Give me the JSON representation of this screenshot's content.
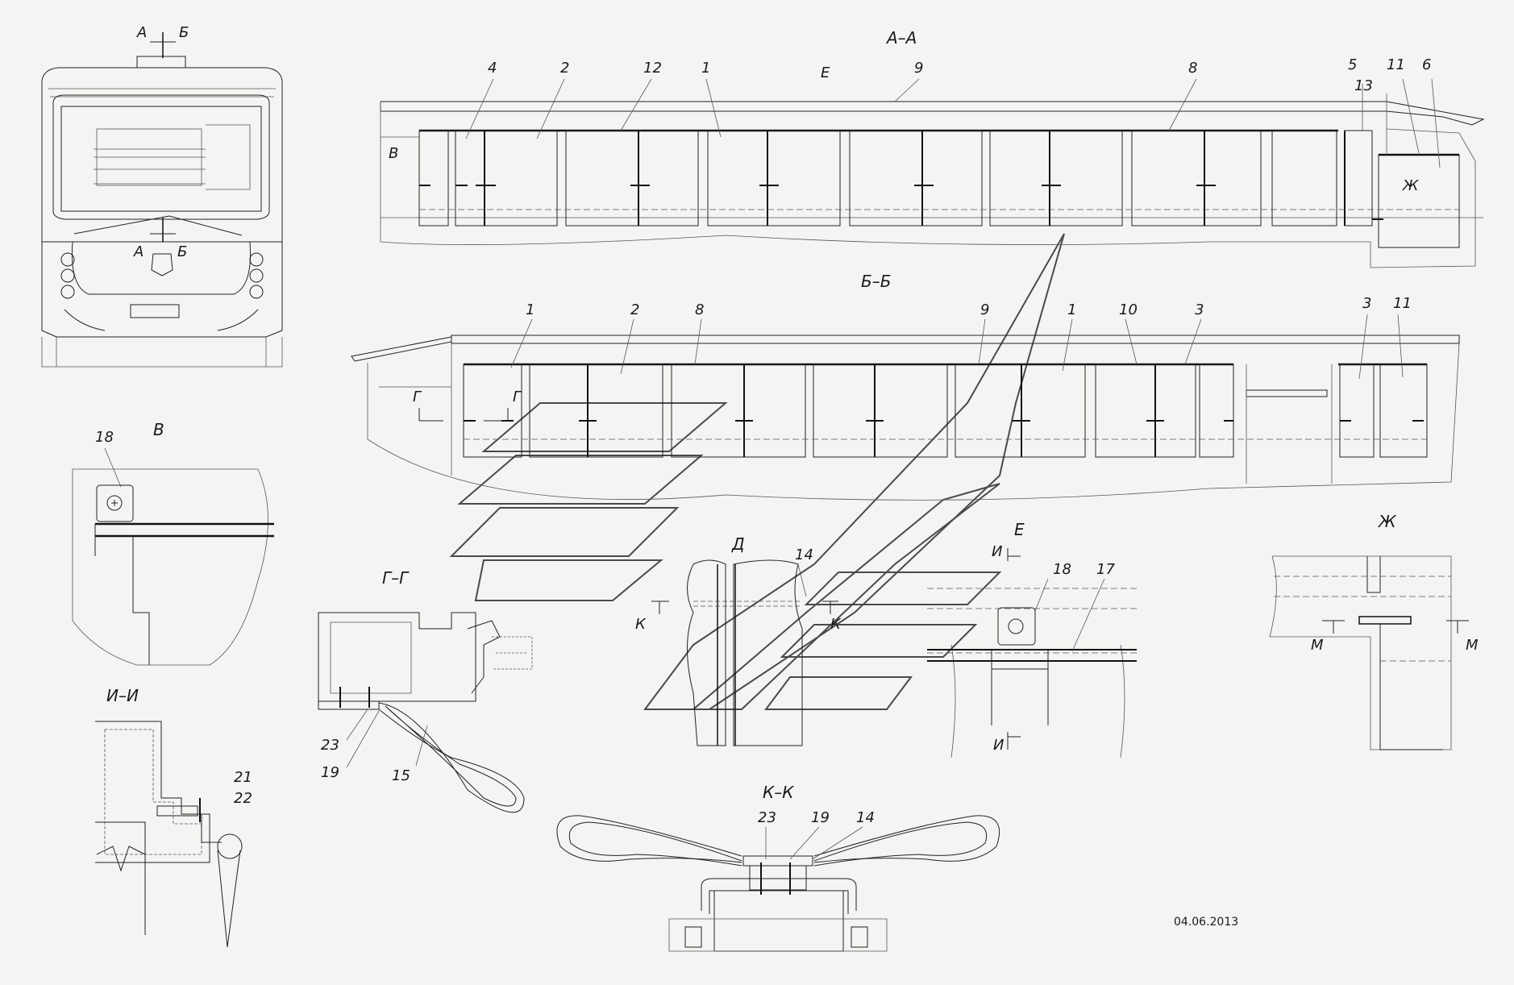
{
  "drawing": {
    "date": "04.06.2013",
    "section_labels": {
      "aa": "А–А",
      "bb": "Б–Б",
      "gg": "Г–Г",
      "ii": "И–И",
      "kk": "К–К"
    },
    "view_labels": {
      "v": "В",
      "d": "Д",
      "e": "Е",
      "zh": "Ж"
    },
    "front_view_cut_marks": {
      "a_top": "А",
      "b_top": "Б",
      "a_bottom": "А",
      "b_bottom": "Б"
    },
    "aa_callouts": [
      "4",
      "2",
      "12",
      "1",
      "Е",
      "9",
      "8",
      "5",
      "13",
      "11",
      "6",
      "В",
      "Ж"
    ],
    "bb_callouts": [
      "1",
      "2",
      "8",
      "9",
      "1",
      "10",
      "3",
      "3",
      "11",
      "Г",
      "Г"
    ],
    "detail_v_callouts": [
      "18"
    ],
    "gg_callouts": [
      "23",
      "19",
      "15"
    ],
    "ii_callouts": [
      "21",
      "22"
    ],
    "d_callouts": [
      "14",
      "К",
      "К"
    ],
    "e_callouts": [
      "И",
      "18",
      "17",
      "И"
    ],
    "zh_callouts": [
      "М",
      "М"
    ],
    "kk_callouts": [
      "23",
      "19",
      "14"
    ]
  }
}
